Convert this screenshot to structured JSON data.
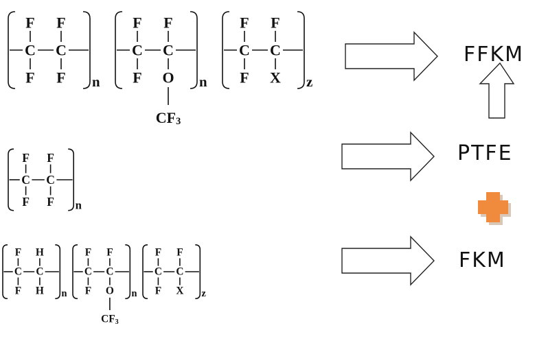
{
  "structures": [
    {
      "id": "ffkm",
      "units": [
        {
          "top": [
            "F",
            "F"
          ],
          "bottom": [
            "F",
            "F"
          ],
          "sub": "n",
          "pendant": ""
        },
        {
          "top": [
            "F",
            "F"
          ],
          "bottom": [
            "F",
            "O"
          ],
          "sub": "n",
          "pendant": "CF3"
        },
        {
          "top": [
            "F",
            "F"
          ],
          "bottom": [
            "F",
            "X"
          ],
          "sub": "z",
          "pendant": ""
        }
      ]
    },
    {
      "id": "ptfe",
      "units": [
        {
          "top": [
            "F",
            "F"
          ],
          "bottom": [
            "F",
            "F"
          ],
          "sub": "n",
          "pendant": ""
        }
      ]
    },
    {
      "id": "fkm",
      "units": [
        {
          "top": [
            "F",
            "H"
          ],
          "bottom": [
            "F",
            "H"
          ],
          "sub": "n",
          "pendant": "",
          "highlight": [
            "H"
          ]
        },
        {
          "top": [
            "F",
            "F"
          ],
          "bottom": [
            "F",
            "O"
          ],
          "sub": "n",
          "pendant": "CF3"
        },
        {
          "top": [
            "F",
            "F"
          ],
          "bottom": [
            "F",
            "X"
          ],
          "sub": "z",
          "pendant": ""
        }
      ]
    }
  ],
  "backbone_atom": "C",
  "labels": {
    "ffkm": "FFKM",
    "ptfe": "PTFE",
    "fkm": "FKM"
  },
  "colors": {
    "highlight": "#cc0000",
    "plus_fill": "#f08a3c",
    "plus_shadow": "#d9c7b8"
  },
  "icons": {
    "plus": "plus-icon",
    "arrow": "arrow-icon"
  }
}
